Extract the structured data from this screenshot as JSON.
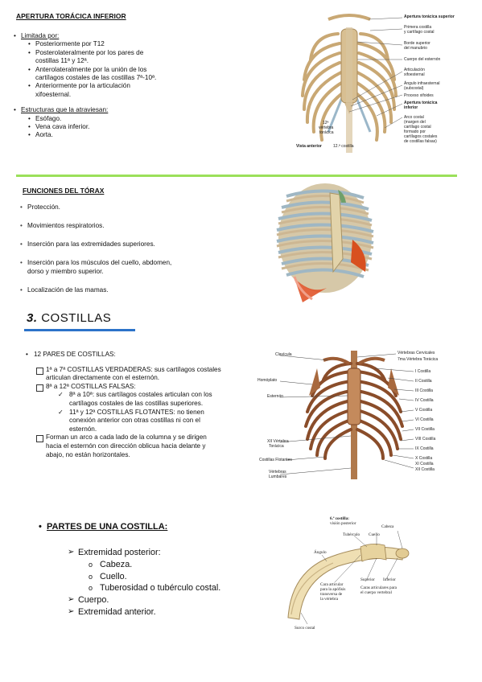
{
  "section1": {
    "title": "APERTURA TORÁCICA INFERIOR",
    "limits_head": "Limitada por:",
    "limits": [
      "Posteriormente por T12",
      "Posterolateralmente por los pares de",
      "costillas 11ª y 12ª.",
      "Anterolateralmente por la unión de los",
      "cartílagos costales de las costillas 7ª-10ª.",
      "Anteriormente por la articulación",
      "xifoesternal."
    ],
    "struct_head": "Estructuras que la atraviesan:",
    "structures": [
      "Esófago.",
      "Vena cava inferior.",
      "Aorta."
    ],
    "figure_labels": {
      "sup": "Apertura torácica superior",
      "first_rib": "Primera costilla",
      "first_rib2": "y cartílago costal",
      "borde": "Borde superior",
      "borde2": "del manubrio",
      "cuerpo": "Cuerpo del esternón",
      "artic": "Articulación",
      "artic2": "xifoesternal",
      "angulo": "Ángulo infraesternal",
      "angulo2": "(subcostal)",
      "xifoides": "Proceso xifoides",
      "inf": "Apertura torácica",
      "inf2": "inferior",
      "arco": "Arco costal",
      "arco2": "(margen del",
      "arco3": "cartílago costal",
      "arco4": "formado por",
      "arco5": "cartílagos costales",
      "arco6": "de costillas falsas)",
      "t12": "12ª",
      "t12b": "vértebra",
      "t12c": "torácica",
      "rib12": "12.ª costilla",
      "rib11": "Vista anterior"
    }
  },
  "section2": {
    "title": "FUNCIONES DEL TÓRAX",
    "items": [
      "Protección.",
      "Movimientos respiratorios.",
      "Inserción para las extremidades superiores.",
      "Inserción para los músculos del cuello, abdomen,",
      "Localización de las mamas."
    ],
    "item4_line2": "dorso y miembro superior."
  },
  "section3": {
    "chapter_num": "3.",
    "chapter_title": "COSTILLAS",
    "pairs": "12 PARES DE COSTILLAS:",
    "true_ribs_1": "1ª a 7ª COSTILLAS VERDADERAS: sus cartílagos costales",
    "true_ribs_2": "articulan directamente con el esternón.",
    "false_ribs": "8ª a 12ª COSTILLAS FALSAS:",
    "false_a1": "8ª a 10ª: sus cartílagos costales articulan con los",
    "false_a2": "cartílagos costales de las costillas superiores.",
    "float_1": "11ª y 12ª COSTILLAS FLOTANTES: no tienen",
    "float_2": "conexión anterior con otras costillas ni con el",
    "float_3": "esternón.",
    "arc_1": "Forman un arco a cada lado de la columna y se dirigen",
    "arc_2": "hacia el esternón con dirección oblicua hacia delante y",
    "arc_3": "abajo, no están horizontales.",
    "figure_left": [
      "Clavícula",
      "Homóplato",
      "Esternón",
      "XII Vértebra",
      "Torácica",
      "Costillas Flotantes",
      "Vértebras",
      "Lumbares"
    ],
    "figure_right": [
      "Vértebras Cervicales",
      "7ma Vértebra Torácica",
      "I Costilla",
      "II Costilla",
      "III Costilla",
      "IV Costilla",
      "V Costilla",
      "VI Costilla",
      "VII Costilla",
      "VIII Costilla",
      "IX Costilla",
      "X Costilla",
      "XI Costilla",
      "XII Costilla"
    ]
  },
  "section4": {
    "title": "PARTES DE UNA COSTILLA:",
    "posterior": "Extremidad posterior:",
    "parts": [
      "Cabeza.",
      "Cuello.",
      "Tuberosidad o tubérculo costal."
    ],
    "body": "Cuerpo.",
    "anterior": "Extremidad anterior.",
    "figure_labels": {
      "title1": "6.ª costilla:",
      "title2": "visión posterior",
      "cabeza": "Cabeza",
      "tuberculo": "Tubérculo",
      "cuello": "Cuello",
      "angulo": "Ángulo",
      "cara1": "Cara articular",
      "cara2": "para la apófisis",
      "cara3": "transversa de",
      "cara4": "la vértebra",
      "superior": "Superior",
      "inferior": "Inferior",
      "caras1": "Caras articulares para",
      "caras2": "el cuerpo vertebral",
      "surco": "Surco costal"
    }
  }
}
